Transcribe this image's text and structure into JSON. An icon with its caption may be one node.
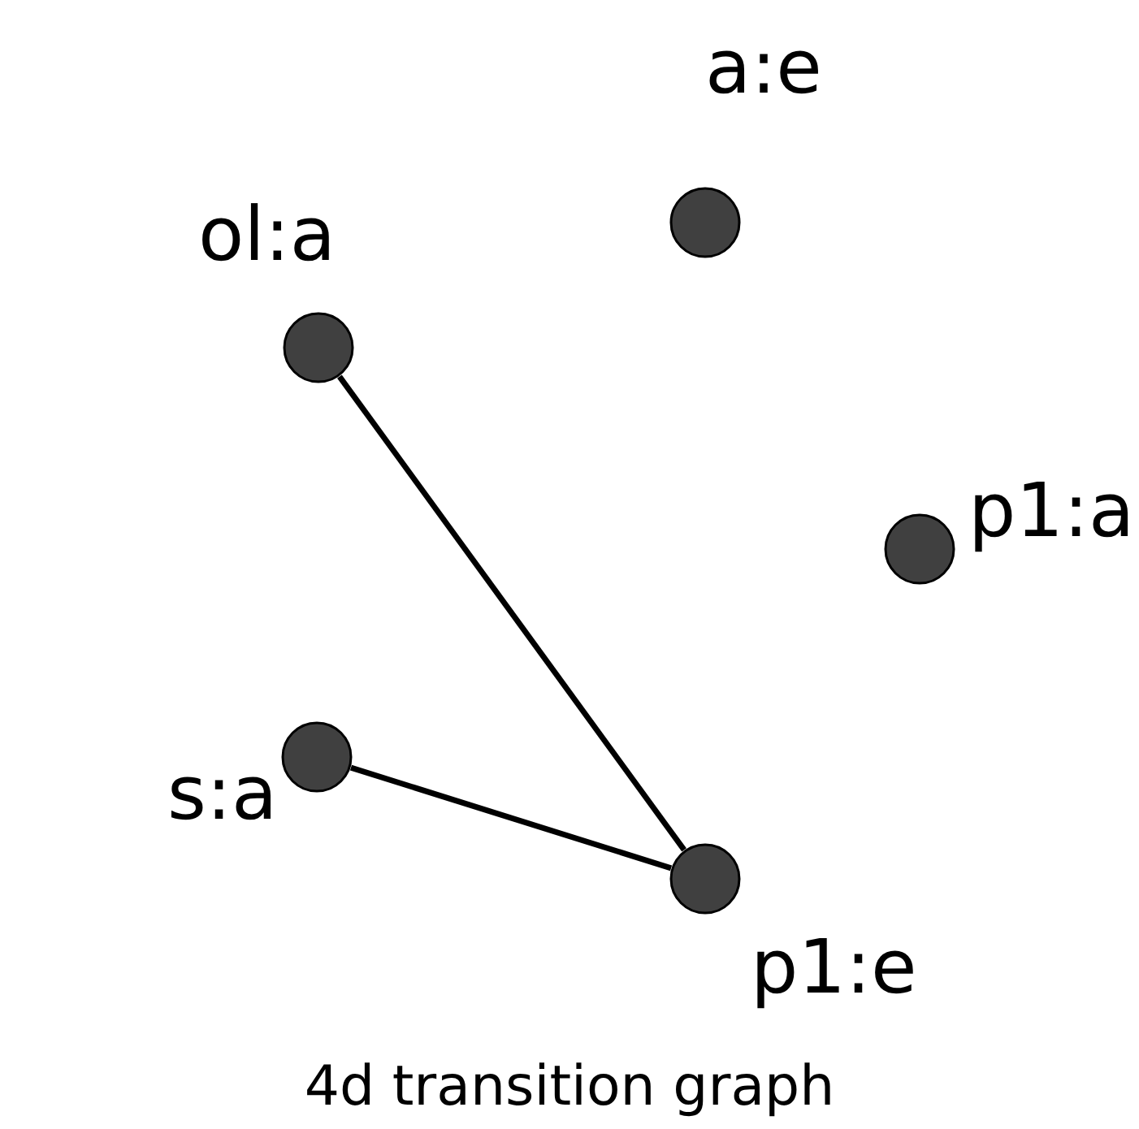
{
  "diagram": {
    "caption": "4d transition graph",
    "nodes": [
      {
        "text": [
          "a:e"
        ]
      },
      {
        "text": [
          "ol:a"
        ]
      },
      {
        "text": [
          "p1:a"
        ]
      },
      {
        "text": [
          "s:a"
        ]
      },
      {
        "text": [
          "p1:e"
        ]
      }
    ],
    "edges": [
      {
        "from": 1,
        "to": 4,
        "arrow": "none"
      },
      {
        "from": 3,
        "to": 4,
        "arrow": "none"
      }
    ]
  }
}
